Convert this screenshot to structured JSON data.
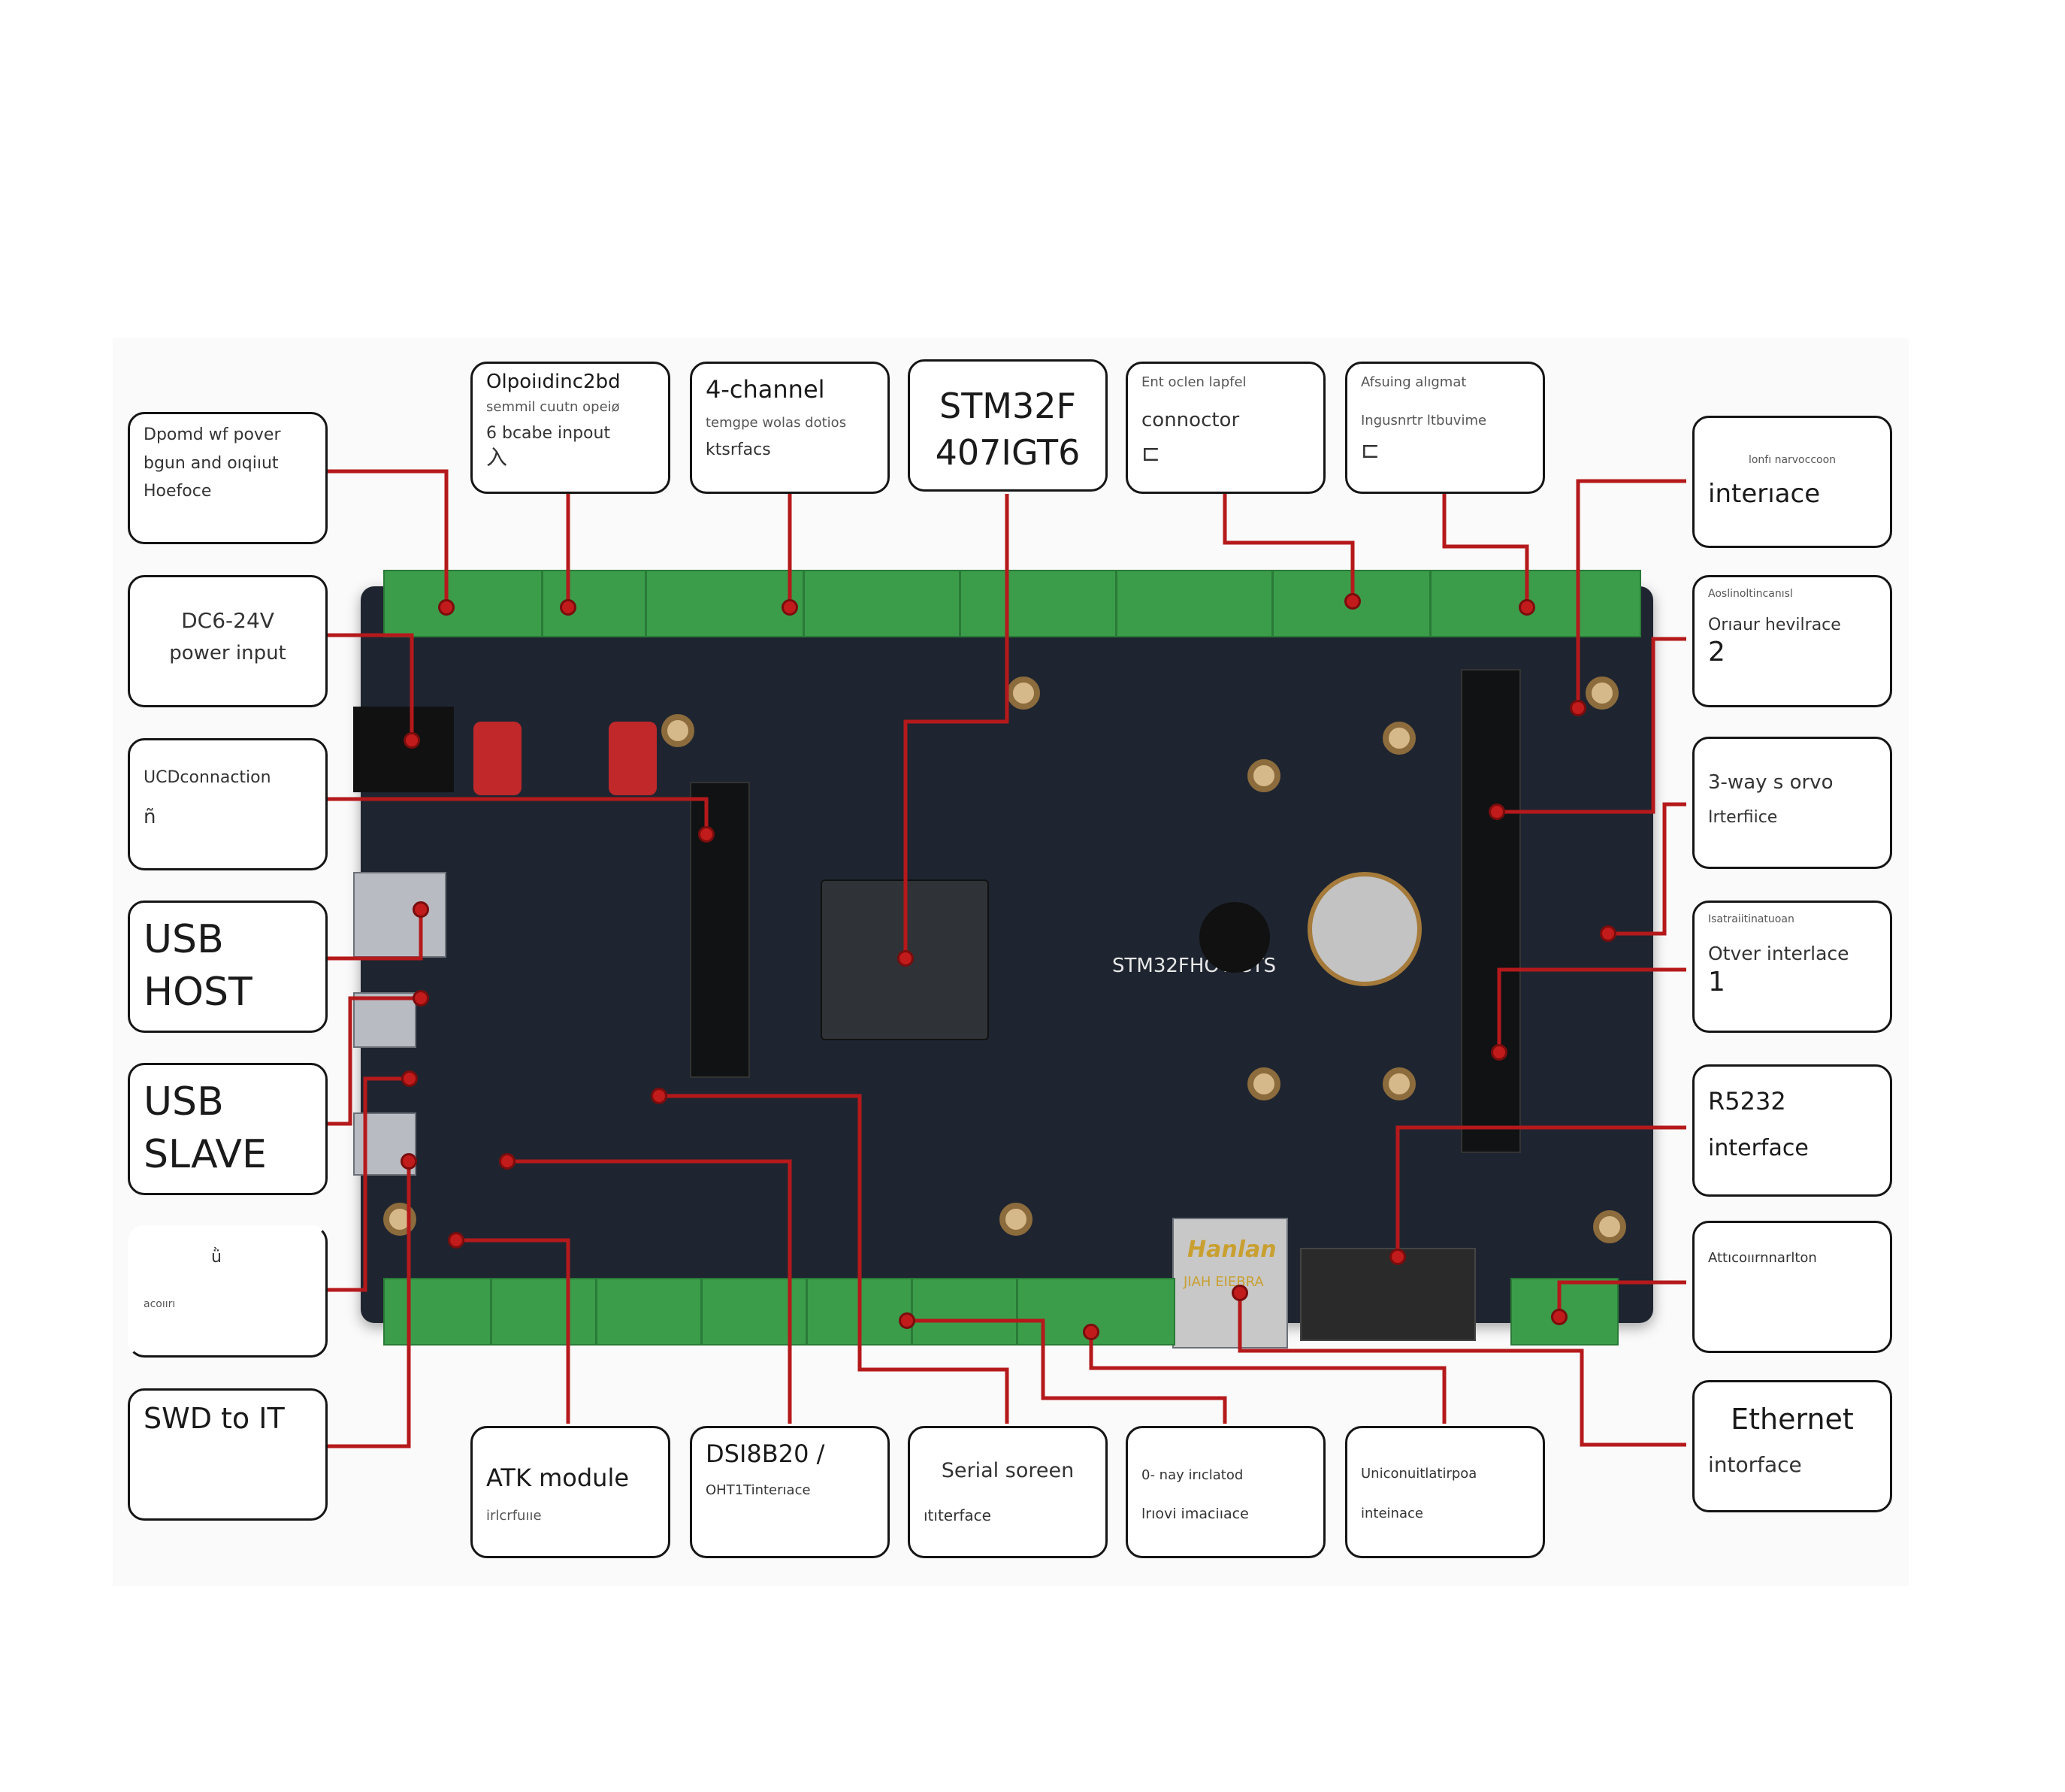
{
  "callouts": {
    "top": [
      {
        "id": "optoisolated-input",
        "l1": "Olpoiıdinc2bd",
        "l2": "semmil cuutn opeiø",
        "l3": "6 bcabe inpout",
        "l4": "入"
      },
      {
        "id": "four-channel",
        "l1": "4-channel",
        "l2": "temgpe wolas dotios",
        "l3": "ktsrfacs"
      },
      {
        "id": "mcu",
        "l1": "STM32F",
        "l2": "407IGT6"
      },
      {
        "id": "encoder-input",
        "l1": "Ent oclen lapfel",
        "l2": "connoctor",
        "l3": "⊏"
      },
      {
        "id": "analog-signal",
        "l1": "Afsuing alıgmat",
        "l2": "Ingusnrtr ltbuvime",
        "l3": "⊏"
      }
    ],
    "left": [
      {
        "id": "power-io",
        "l1": "Dpomd wf pover",
        "l2": "bgun and oıqiıut",
        "l3": "Hoefoce"
      },
      {
        "id": "dc-power",
        "l1": "DC6-24V",
        "l2": "power input"
      },
      {
        "id": "lcd-connection",
        "l1": "UCDconnaction",
        "l2": "ñ"
      },
      {
        "id": "usb-host",
        "l1": "USB",
        "l2": "HOST"
      },
      {
        "id": "usb-slave",
        "l1": "USB",
        "l2": "SLAVE"
      },
      {
        "id": "unnamed-left",
        "l1": "ǜ",
        "l2": "acoıırı"
      },
      {
        "id": "swd",
        "l1": "SWD to IT"
      }
    ],
    "right": [
      {
        "id": "interface-top",
        "l1": "lonfı narvoccoon",
        "l2": "interıace"
      },
      {
        "id": "other-2",
        "l1": "Aoslinoltincanısl",
        "l2": "Orıaur hevilrace",
        "l3": "2"
      },
      {
        "id": "servo",
        "l1": "3-way s orvo",
        "l2": "Irterfiice"
      },
      {
        "id": "other-1",
        "l1": "Isatraiitinatuoan",
        "l2": "Otver interlace",
        "l3": "1"
      },
      {
        "id": "rs232",
        "l1": "R5232",
        "l2": "interface"
      },
      {
        "id": "anti-comm",
        "l1": "Attıcoıırnnarlton"
      },
      {
        "id": "ethernet",
        "l1": "Ethernet",
        "l2": "intorface"
      }
    ],
    "bottom": [
      {
        "id": "atk",
        "l1": "ATK module",
        "l2": "irlcrfuııe"
      },
      {
        "id": "ds18b20",
        "l1": "DSI8B20 /",
        "l2": "OHT1Tinterıace"
      },
      {
        "id": "serial-screen",
        "l1": "Serial soreen",
        "l2": "ıtıterface"
      },
      {
        "id": "relay",
        "l1": "0- nay irıclatod",
        "l2": "lrıovi imaciıace"
      },
      {
        "id": "unknown-bottom",
        "l1": "Uniconuitlatirpoa",
        "l2": "inteinace"
      }
    ]
  },
  "board": {
    "silk_main": "STM32FHOTIGTS",
    "ethernet_brand": "Hanlan",
    "ethernet_sub": "JIAH EIEBRA"
  },
  "colors": {
    "leader": "#b5191b",
    "callout_border": "#151515",
    "pcb": "#1e2530",
    "terminal": "#3b9d4a"
  }
}
